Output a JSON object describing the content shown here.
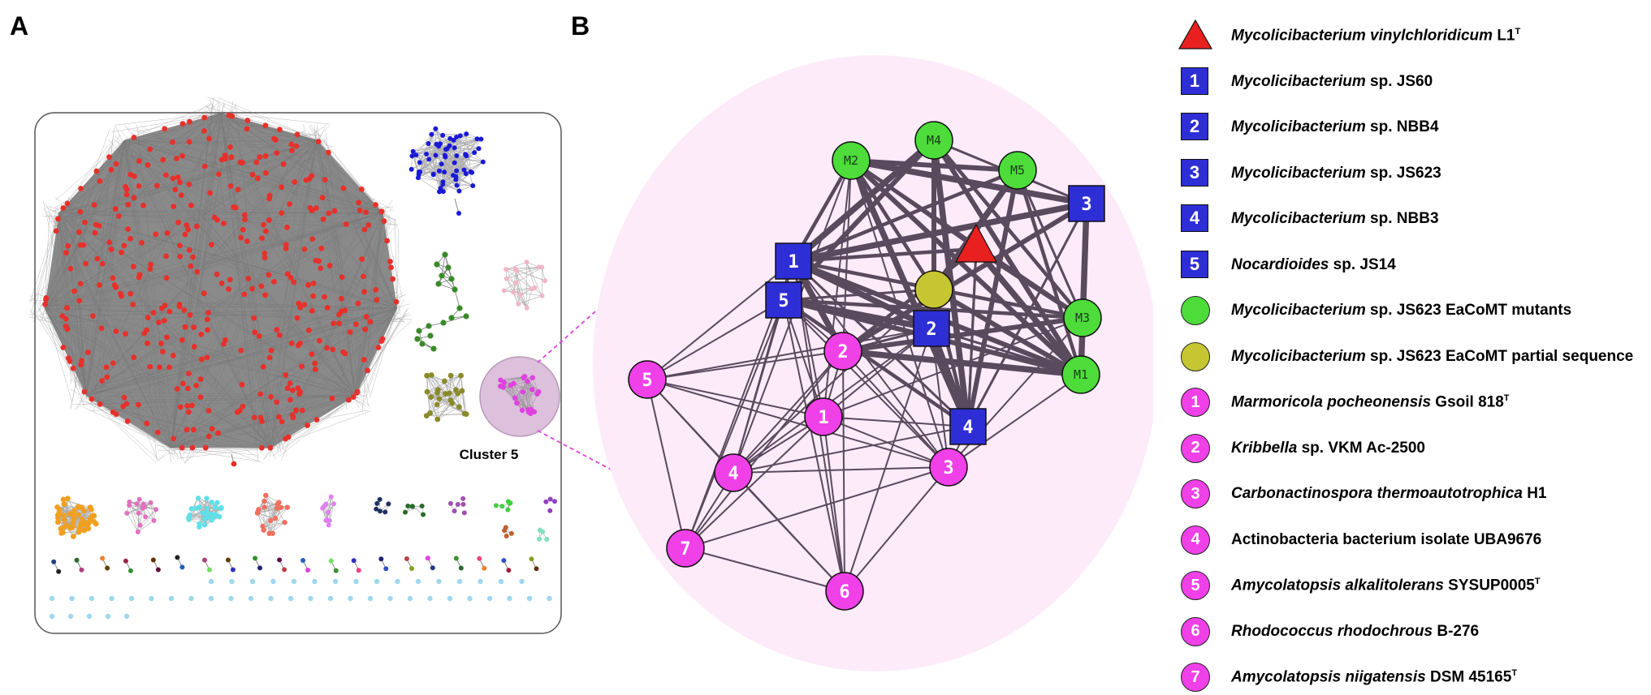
{
  "panels": {
    "a": "A",
    "b": "B"
  },
  "panel_a": {
    "cluster_label": "Cluster 5",
    "colors": {
      "large": "#e8302a",
      "blue": "#1a1ad6",
      "green": "#3a8a28",
      "pink": "#f2b6c6",
      "olive": "#8a8a2a",
      "magenta": "#e040e0",
      "orange": "#f0a020",
      "cyan": "#60e0e8",
      "salmon": "#f07060",
      "violet": "#e080f0",
      "dots": "#9fd8ee",
      "edge": "#8a8a8a"
    }
  },
  "panel_b": {
    "colors": {
      "square": "#2e2ed6",
      "green": "#4ddc3a",
      "olive": "#c6c632",
      "magenta": "#f040e8",
      "triangle": "#e82020",
      "edge": "#5a4a5e",
      "halo": "#fdebfa"
    },
    "nodes": [
      {
        "label": "M2",
        "shape": "circle",
        "kind": "green"
      },
      {
        "label": "M4",
        "shape": "circle",
        "kind": "green"
      },
      {
        "label": "M5",
        "shape": "circle",
        "kind": "green"
      },
      {
        "label": "3",
        "shape": "square",
        "kind": "square"
      },
      {
        "label": "1",
        "shape": "square",
        "kind": "square"
      },
      {
        "label": "5",
        "shape": "square",
        "kind": "square"
      },
      {
        "label": "",
        "shape": "triangle",
        "kind": "triangle"
      },
      {
        "label": "",
        "shape": "circle",
        "kind": "olive"
      },
      {
        "label": "2",
        "shape": "square",
        "kind": "square"
      },
      {
        "label": "M3",
        "shape": "circle",
        "kind": "green"
      },
      {
        "label": "M1",
        "shape": "circle",
        "kind": "green"
      },
      {
        "label": "4",
        "shape": "square",
        "kind": "square"
      },
      {
        "label": "2",
        "shape": "circle",
        "kind": "magenta"
      },
      {
        "label": "5",
        "shape": "circle",
        "kind": "magenta"
      },
      {
        "label": "1",
        "shape": "circle",
        "kind": "magenta"
      },
      {
        "label": "4",
        "shape": "circle",
        "kind": "magenta"
      },
      {
        "label": "3",
        "shape": "circle",
        "kind": "magenta"
      },
      {
        "label": "7",
        "shape": "circle",
        "kind": "magenta"
      },
      {
        "label": "6",
        "shape": "circle",
        "kind": "magenta"
      }
    ]
  },
  "legend": [
    {
      "symbol": "triangle",
      "num": "",
      "italic": "Mycolicibacterium vinylchloridicum",
      "plain": " L1",
      "sup": "T"
    },
    {
      "symbol": "square",
      "num": "1",
      "italic": "Mycolicibacterium",
      "plain": " sp. JS60",
      "sup": ""
    },
    {
      "symbol": "square",
      "num": "2",
      "italic": "Mycolicibacterium",
      "plain": " sp. NBB4",
      "sup": ""
    },
    {
      "symbol": "square",
      "num": "3",
      "italic": "Mycolicibacterium",
      "plain": " sp. JS623",
      "sup": ""
    },
    {
      "symbol": "square",
      "num": "4",
      "italic": "Mycolicibacterium",
      "plain": " sp. NBB3",
      "sup": ""
    },
    {
      "symbol": "square",
      "num": "5",
      "italic": "Nocardioides",
      "plain": " sp. JS14",
      "sup": ""
    },
    {
      "symbol": "green",
      "num": "",
      "italic": "Mycolicibacterium",
      "plain": " sp. JS623 EaCoMT mutants",
      "sup": ""
    },
    {
      "symbol": "olive",
      "num": "",
      "italic": "Mycolicibacterium",
      "plain": " sp. JS623 EaCoMT partial sequence",
      "sup": ""
    },
    {
      "symbol": "magenta",
      "num": "1",
      "italic": "Marmoricola pocheonensis",
      "plain": " Gsoil 818",
      "sup": "T"
    },
    {
      "symbol": "magenta",
      "num": "2",
      "italic": "Kribbella",
      "plain": " sp. VKM Ac-2500",
      "sup": ""
    },
    {
      "symbol": "magenta",
      "num": "3",
      "italic": "Carbonactinospora thermoautotrophica",
      "plain": " H1",
      "sup": ""
    },
    {
      "symbol": "magenta",
      "num": "4",
      "italic": "",
      "plain": "Actinobacteria bacterium isolate UBA9676",
      "sup": ""
    },
    {
      "symbol": "magenta",
      "num": "5",
      "italic": "Amycolatopsis alkalitolerans",
      "plain": " SYSUP0005",
      "sup": "T"
    },
    {
      "symbol": "magenta",
      "num": "6",
      "italic": "Rhodococcus rhodochrous",
      "plain": " B-276",
      "sup": ""
    },
    {
      "symbol": "magenta",
      "num": "7",
      "italic": "Amycolatopsis niigatensis",
      "plain": " DSM 45165",
      "sup": "T"
    }
  ]
}
